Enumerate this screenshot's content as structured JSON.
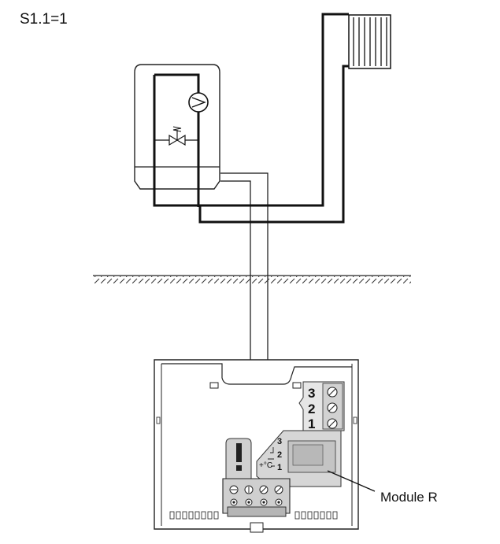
{
  "setting_label": "S1.1=1",
  "module_label": "Module R",
  "terminals": [
    "3",
    "2",
    "1"
  ],
  "relay_terminals": [
    "3",
    "2",
    "1"
  ],
  "relay_temp_symbol": "+°C",
  "warning_symbol": "!",
  "colors": {
    "line": "#1a1a1a",
    "module_fill": "#d9d9d9",
    "terminal_fill": "#c8c8c8"
  }
}
